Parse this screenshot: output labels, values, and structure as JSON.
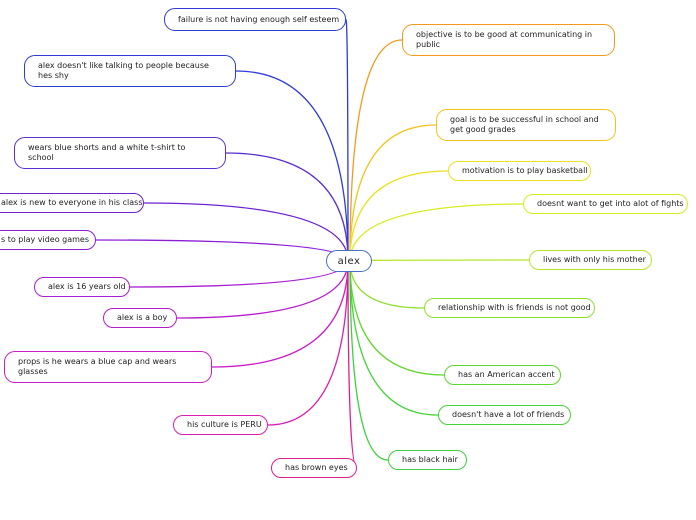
{
  "center": {
    "label": "alex",
    "color": "#4a6fbf"
  },
  "topics": [
    {
      "id": "t1",
      "label": "failure is not  having enough self esteem",
      "color": "#2e3bd6"
    },
    {
      "id": "t2",
      "label": "alex doesn't like talking to people because hes shy",
      "color": "#2e3bd6"
    },
    {
      "id": "t3",
      "label": "wears blue shorts and a white t-shirt  to school",
      "color": "#5a2fd0"
    },
    {
      "id": "t4",
      "label": "alex is new to everyone in his class",
      "color": "#6a22d4"
    },
    {
      "id": "t5",
      "label": "s to play video games",
      "color": "#8a1fd6"
    },
    {
      "id": "t6",
      "label": "alex is 16 years old",
      "color": "#a61fd0"
    },
    {
      "id": "t7",
      "label": "alex is a boy",
      "color": "#b61ccc"
    },
    {
      "id": "t8",
      "label": "props is he wears a blue cap and wears glasses",
      "color": "#cc1cc8"
    },
    {
      "id": "t9",
      "label": "his culture is PERU",
      "color": "#d81fb2"
    },
    {
      "id": "t10",
      "label": "has brown eyes",
      "color": "#de1f8c"
    },
    {
      "id": "t11",
      "label": "objective is to be good at communicating in public",
      "color": "#f39a1c"
    },
    {
      "id": "t12",
      "label": "goal is to be successful in school and get good grades",
      "color": "#f5c21a"
    },
    {
      "id": "t13",
      "label": "motivation is to play basketball",
      "color": "#eae21a"
    },
    {
      "id": "t14",
      "label": "doesnt want to get into alot of fights",
      "color": "#d6ec1c"
    },
    {
      "id": "t15",
      "label": "lives with only his mother",
      "color": "#b4e82a"
    },
    {
      "id": "t16",
      "label": "relationship with is friends is not good",
      "color": "#8ee02c"
    },
    {
      "id": "t17",
      "label": "has an American accent",
      "color": "#5ed82e"
    },
    {
      "id": "t18",
      "label": "doesn't have a lot of friends",
      "color": "#44d436"
    },
    {
      "id": "t19",
      "label": "has black hair",
      "color": "#3ad23c"
    }
  ]
}
